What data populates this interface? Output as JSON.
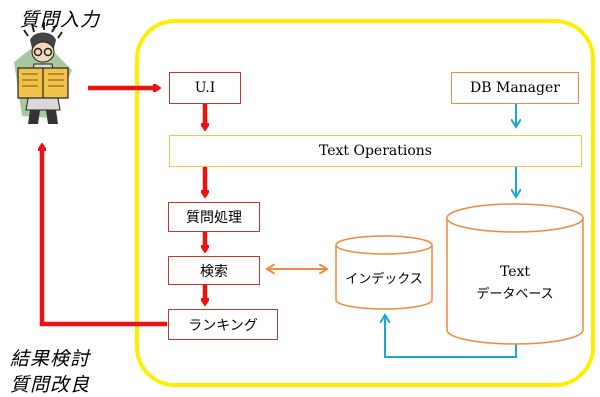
{
  "labels": {
    "query_input": "質問入力",
    "result_review_line1": "結果検討",
    "result_review_line2": "質問改良"
  },
  "boxes": {
    "ui": "U.I",
    "db_manager": "DB Manager",
    "text_operations": "Text Operations",
    "query_processing": "質問処理",
    "search": "検索",
    "ranking": "ランキング"
  },
  "cylinders": {
    "index": "インデックス",
    "text_db_line1": "Text",
    "text_db_line2": "データベース"
  },
  "colors": {
    "system_border": "#ffee00",
    "main_flow": "#ee1111",
    "db_flow": "#1aa7d6",
    "index_link": "#f08a3c",
    "box_red": "#c0392b",
    "box_orange": "#f08a3c",
    "box_yellow": "#f2c744"
  },
  "icons": {
    "user": "reading-person-icon"
  }
}
